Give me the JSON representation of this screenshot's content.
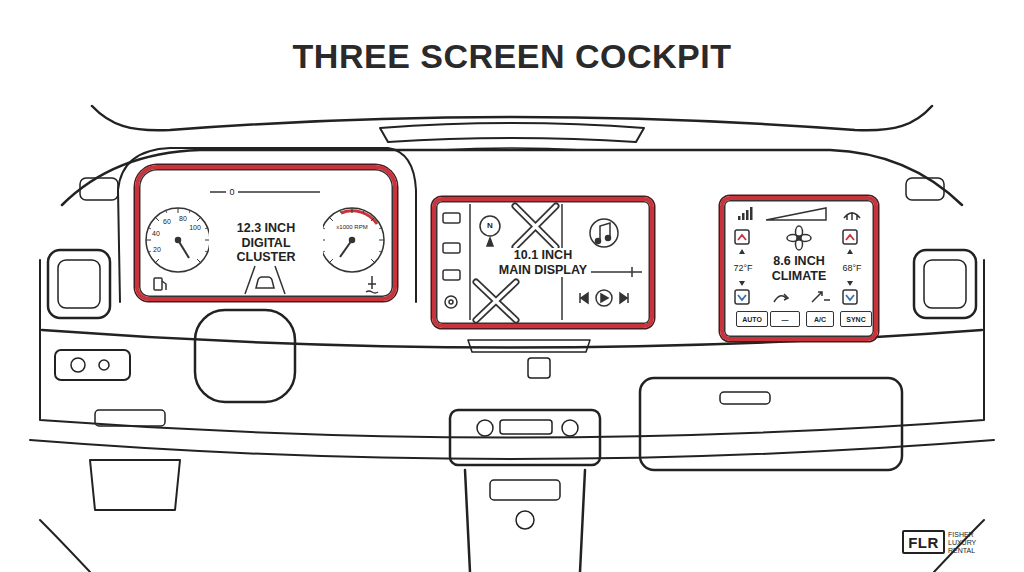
{
  "diagram": {
    "title": "THREE SCREEN COCKPIT",
    "nodes": [
      {
        "text": [
          "12.3 INCH DIGITAL CLUSTER"
        ]
      },
      {
        "text": [
          "10.1 INCH MAIN DISPLAY"
        ]
      },
      {
        "text": [
          "8.6 INCH CLIMATE"
        ]
      },
      {
        "text": [
          "AUTO"
        ],
        "in": 2
      },
      {
        "text": [
          "—"
        ],
        "in": 2
      },
      {
        "text": [
          "A/C"
        ],
        "in": 2
      },
      {
        "text": [
          "SYNC"
        ],
        "in": 2
      },
      {
        "text": [
          "FLR",
          "FISHER LUXURY RENTAL"
        ]
      }
    ],
    "labels": [
      "0",
      "20",
      "40",
      "60",
      "80",
      "100",
      "x1000 RPM",
      "72°F",
      "68°F",
      "N"
    ]
  }
}
